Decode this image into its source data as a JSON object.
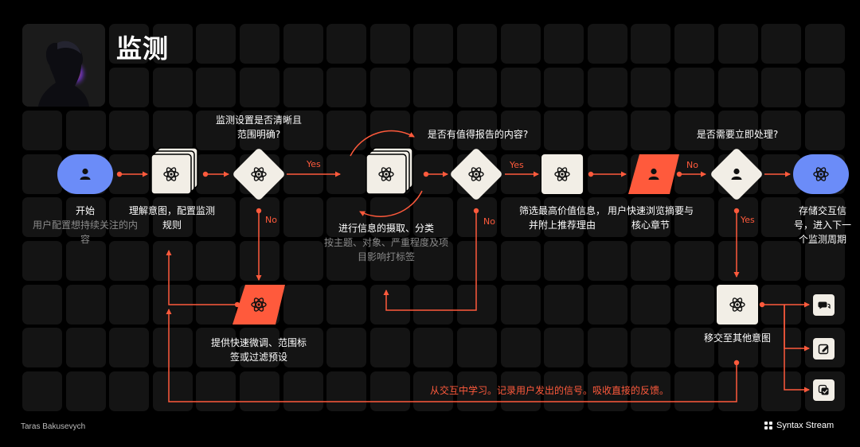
{
  "title": "监测",
  "colors": {
    "accent": "#ff5a3c",
    "blue": "#6b8cf8",
    "node": "#f2eee6",
    "cell": "#141414"
  },
  "nodes": {
    "start": {
      "title": "开始",
      "subtitle": "用户配置想持续关注的内容",
      "icon": "user-icon"
    },
    "understand": {
      "label": "理解意图，配置监测规则",
      "icon": "atom-icon"
    },
    "q1": {
      "question": "监测设置是否清晰且范围明确?",
      "icon": "atom-icon"
    },
    "fine_tune": {
      "label": "提供快速微调、范围标签或过滤预设",
      "icon": "atom-icon"
    },
    "extract": {
      "title": "进行信息的摄取、分类",
      "subtitle": "按主题、对象、严重程度及项目影响打标签",
      "icon": "atom-icon"
    },
    "q2": {
      "question": "是否有值得报告的内容?",
      "icon": "atom-icon"
    },
    "filter": {
      "label": "筛选最高价值信息，并附上推荐理由",
      "icon": "atom-icon"
    },
    "browse": {
      "label": "用户快速浏览摘要与核心章节",
      "icon": "user-icon"
    },
    "q3": {
      "question": "是否需要立即处理?",
      "icon": "user-icon"
    },
    "store": {
      "label": "存储交互信号，进入下一个监测周期",
      "icon": "atom-icon"
    },
    "handoff": {
      "label": "移交至其他意图",
      "icon": "atom-icon"
    }
  },
  "branches": {
    "yes": "Yes",
    "no": "No"
  },
  "feedback_note": "从交互中学习。记录用户发出的信号。吸收直接的反馈。",
  "handoff_targets": [
    {
      "icon": "chat-icon"
    },
    {
      "icon": "edit-icon"
    },
    {
      "icon": "copy-check-icon"
    }
  ],
  "footer": {
    "author": "Taras Bakusevych",
    "brand": "Syntax Stream"
  }
}
